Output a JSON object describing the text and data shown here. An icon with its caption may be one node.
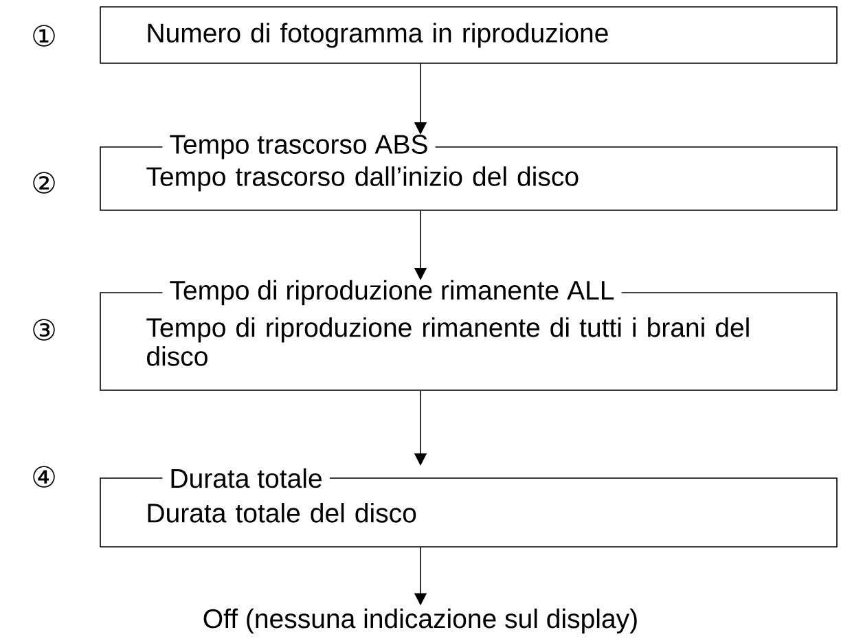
{
  "diagram": {
    "nodes": [
      {
        "text": [
          "Numero di fotogramma in riproduzione"
        ],
        "beside": [
          "①"
        ]
      },
      {
        "text": [
          "Tempo trascorso ABS",
          "Tempo trascorso dall’inizio del disco"
        ],
        "beside": [
          "②"
        ]
      },
      {
        "text": [
          "Tempo di riproduzione rimanente ALL",
          "Tempo di riproduzione rimanente di tutti i brani del disco"
        ],
        "beside": [
          "③"
        ]
      },
      {
        "text": [
          "Durata totale",
          "Durata totale del disco"
        ],
        "beside": [
          "④"
        ]
      },
      {
        "text": [
          "Off (nessuna indicazione sul display)"
        ]
      }
    ],
    "edges": [
      {
        "from": 0,
        "to": 1,
        "arrow": "to"
      },
      {
        "from": 1,
        "to": 2,
        "arrow": "to"
      },
      {
        "from": 2,
        "to": 3,
        "arrow": "to"
      },
      {
        "from": 3,
        "to": 4,
        "arrow": "to"
      }
    ]
  }
}
